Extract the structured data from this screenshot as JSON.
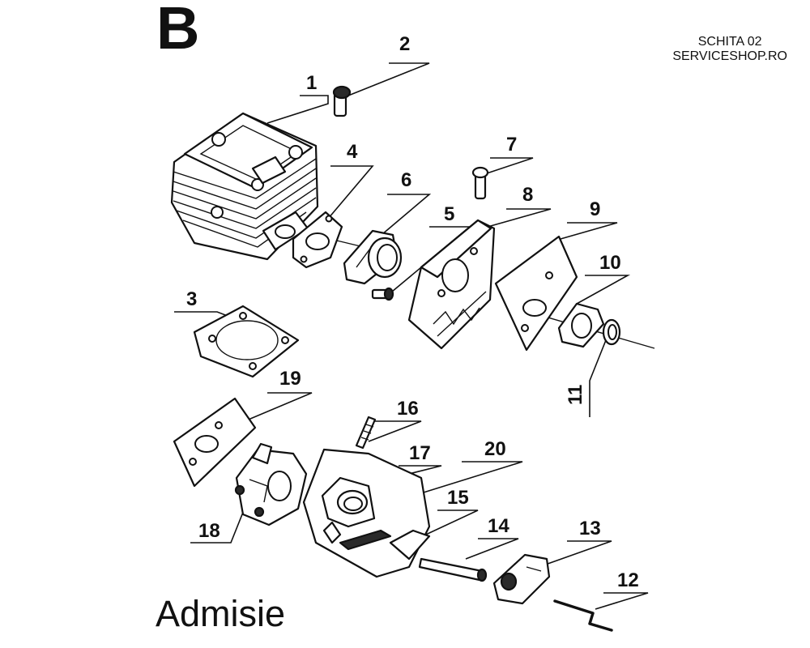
{
  "section_letter": "B",
  "reference": {
    "line1": "SCHITA 02",
    "line2": "SERVICESHOP.RO"
  },
  "caption": "Admisie",
  "part_numbers": {
    "p1": "1",
    "p2": "2",
    "p3": "3",
    "p4": "4",
    "p5": "5",
    "p6": "6",
    "p7": "7",
    "p8": "8",
    "p9": "9",
    "p10": "10",
    "p11": "11",
    "p12": "12",
    "p13": "13",
    "p14": "14",
    "p15": "15",
    "p16": "16",
    "p17": "17",
    "p18": "18",
    "p19": "19",
    "p20": "20"
  }
}
